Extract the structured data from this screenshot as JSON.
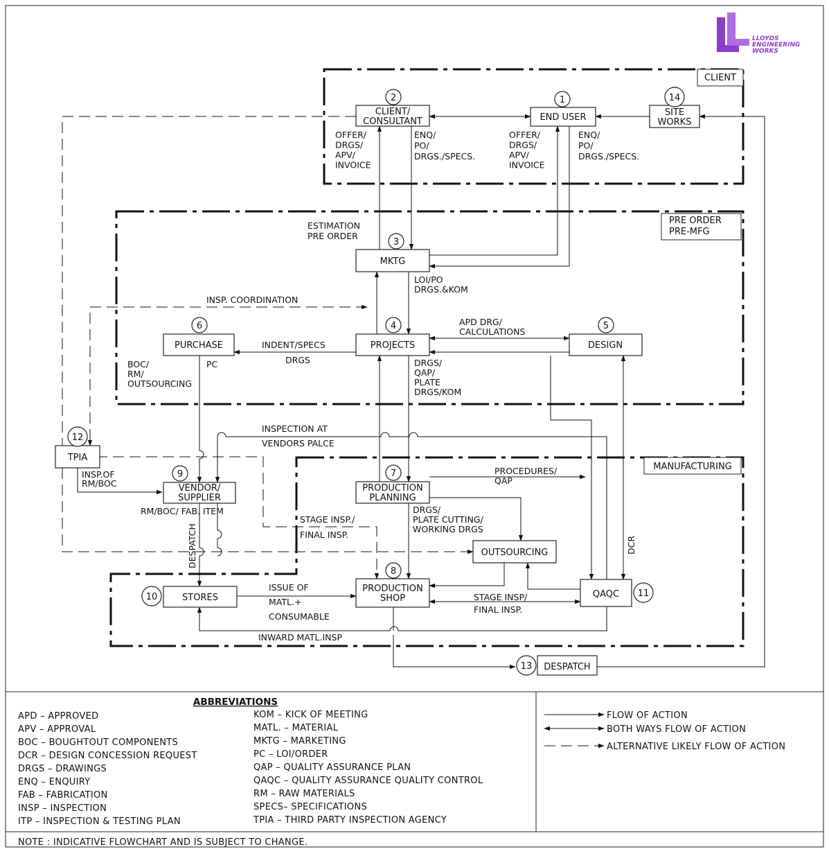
{
  "logo": {
    "name_lines": [
      "LLOYDS",
      "ENGINEERING",
      "WORKS"
    ],
    "color": "#8b3fc9"
  },
  "regions": {
    "client": "CLIENT",
    "pre_order": [
      "PRE ORDER",
      "PRE-MFG"
    ],
    "manufacturing": "MANUFACTURING"
  },
  "nodes": {
    "n1": {
      "num": "1",
      "lines": [
        "END USER"
      ]
    },
    "n2": {
      "num": "2",
      "lines": [
        "CLIENT/",
        "CONSULTANT"
      ]
    },
    "n3": {
      "num": "3",
      "lines": [
        "MKTG"
      ]
    },
    "n4": {
      "num": "4",
      "lines": [
        "PROJECTS"
      ]
    },
    "n5": {
      "num": "5",
      "lines": [
        "DESIGN"
      ]
    },
    "n6": {
      "num": "6",
      "lines": [
        "PURCHASE"
      ]
    },
    "n7": {
      "num": "7",
      "lines": [
        "PRODUCTION",
        "PLANNING"
      ]
    },
    "n8": {
      "num": "8",
      "lines": [
        "PRODUCTION",
        "SHOP"
      ]
    },
    "n9": {
      "num": "9",
      "lines": [
        "VENDOR/",
        "SUPPLIER"
      ]
    },
    "n10": {
      "num": "10",
      "lines": [
        "STORES"
      ]
    },
    "n11": {
      "num": "11",
      "lines": [
        "QAQC"
      ]
    },
    "n12": {
      "num": "12",
      "lines": [
        "TPIA"
      ]
    },
    "n13": {
      "num": "13",
      "lines": [
        "DESPATCH"
      ]
    },
    "n14": {
      "num": "14",
      "lines": [
        "SITE",
        "WORKS"
      ]
    },
    "outsourcing": {
      "lines": [
        "OUTSOURCING"
      ]
    }
  },
  "edge_labels": {
    "c_offer": [
      "OFFER/",
      "DRGS/",
      "APV/",
      "INVOICE"
    ],
    "c_enq": [
      "ENQ/",
      "PO/",
      "DRGS./SPECS."
    ],
    "e_offer": [
      "OFFER/",
      "DRGS/",
      "APV/",
      "INVOICE"
    ],
    "e_enq": [
      "ENQ/",
      "PO/",
      "DRGS./SPECS."
    ],
    "estimation": [
      "ESTIMATION",
      "PRE  ORDER"
    ],
    "loi": [
      "LOI/PO",
      "DRGS.&KOM"
    ],
    "insp_coord": [
      "INSP.  COORDINATION"
    ],
    "apd_drg": [
      "APD  DRG/",
      "CALCULATIONS"
    ],
    "indent": [
      "INDENT/SPECS"
    ],
    "drgs_p": [
      "DRGS"
    ],
    "pc": [
      "PC"
    ],
    "boc": [
      "BOC/",
      "RM/",
      "OUTSOURCING"
    ],
    "drgs_qap": [
      "DRGS/",
      "QAP/",
      "PLATE",
      "DRGS/KOM"
    ],
    "insp_vendor": [
      "INSPECTION  AT",
      "VENDORS  PALCE"
    ],
    "insp_of": [
      "INSP.OF",
      "RM/BOC"
    ],
    "procedures": [
      "PROCEDURES/",
      "QAP"
    ],
    "rm_boc": [
      "RM/BOC/  FAB. ITEM"
    ],
    "stage_final": [
      "STAGE  INSP./",
      "FINAL  INSP."
    ],
    "drgs_plate": [
      "DRGS/",
      "PLATE  CUTTING/",
      "WORKING  DRGS"
    ],
    "despatch_v": [
      "DESPATCH"
    ],
    "dcr": [
      "DCR"
    ],
    "issue_of": [
      "ISSUE  OF",
      "MATL.+",
      "CONSUMABLE"
    ],
    "stage_insp": [
      "STAGE  INSP/",
      "FINAL  INSP."
    ],
    "inward": [
      "INWARD  MATL.INSP"
    ]
  },
  "abbreviations": {
    "title": "ABBREVIATIONS",
    "col1": [
      "APD   –  APPROVED",
      "APV   –  APPROVAL",
      "BOC  –  BOUGHTOUT  COMPONENTS",
      "DCR  –  DESIGN  CONCESSION  REQUEST",
      "DRGS  –  DRAWINGS",
      "ENQ   –  ENQUIRY",
      "FAB  –  FABRICATION",
      "INSP  –  INSPECTION",
      "ITP   –  INSPECTION  &  TESTING  PLAN"
    ],
    "col2": [
      "KOM   –  KICK  OF  MEETING",
      "MATL.  –  MATERIAL",
      "MKTG  –  MARKETING",
      "PC   –  LOI/ORDER",
      "QAP  –  QUALITY  ASSURANCE  PLAN",
      "QAQC  –  QUALITY  ASSURANCE  QUALITY  CONTROL",
      "RM   –  RAW  MATERIALS",
      "SPECS–  SPECIFICATIONS",
      "TPIA   –  THIRD  PARTY  INSPECTION  AGENCY"
    ]
  },
  "legend": {
    "flow": "FLOW  OF  ACTION",
    "both": "BOTH  WAYS  FLOW  OF  ACTION",
    "alt": "ALTERNATIVE  LIKELY  FLOW  OF  ACTION"
  },
  "note": "NOTE  :      INDICATIVE  FLOWCHART  AND  IS  SUBJECT  TO  CHANGE."
}
